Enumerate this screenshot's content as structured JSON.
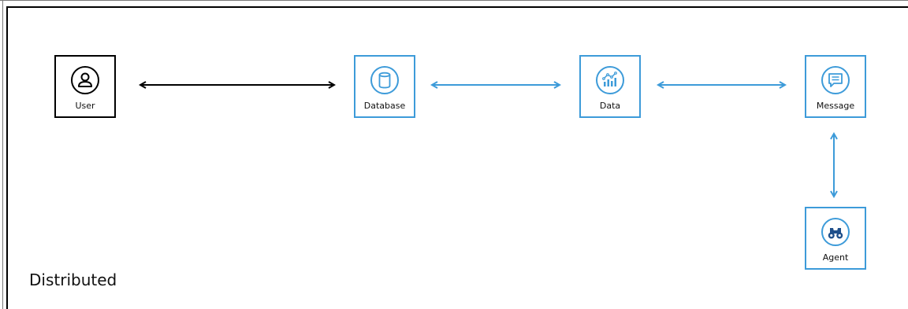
{
  "diagram": {
    "caption": "Distributed",
    "nodes": {
      "user": {
        "label": "User",
        "icon": "user-icon"
      },
      "database": {
        "label": "Database",
        "icon": "database-icon"
      },
      "data": {
        "label": "Data",
        "icon": "analytics-chart-icon"
      },
      "message": {
        "label": "Message",
        "icon": "message-icon"
      },
      "agent": {
        "label": "Agent",
        "icon": "binoculars-icon"
      }
    },
    "edges": [
      {
        "from": "User",
        "to": "Database",
        "bidirectional": true,
        "color": "#000000"
      },
      {
        "from": "Database",
        "to": "Data",
        "bidirectional": true,
        "color": "#3d9bd9"
      },
      {
        "from": "Data",
        "to": "Message",
        "bidirectional": true,
        "color": "#3d9bd9"
      },
      {
        "from": "Message",
        "to": "Agent",
        "bidirectional": true,
        "color": "#3d9bd9"
      }
    ],
    "colors": {
      "accent": "#3d9bd9",
      "user_accent": "#000000"
    }
  }
}
